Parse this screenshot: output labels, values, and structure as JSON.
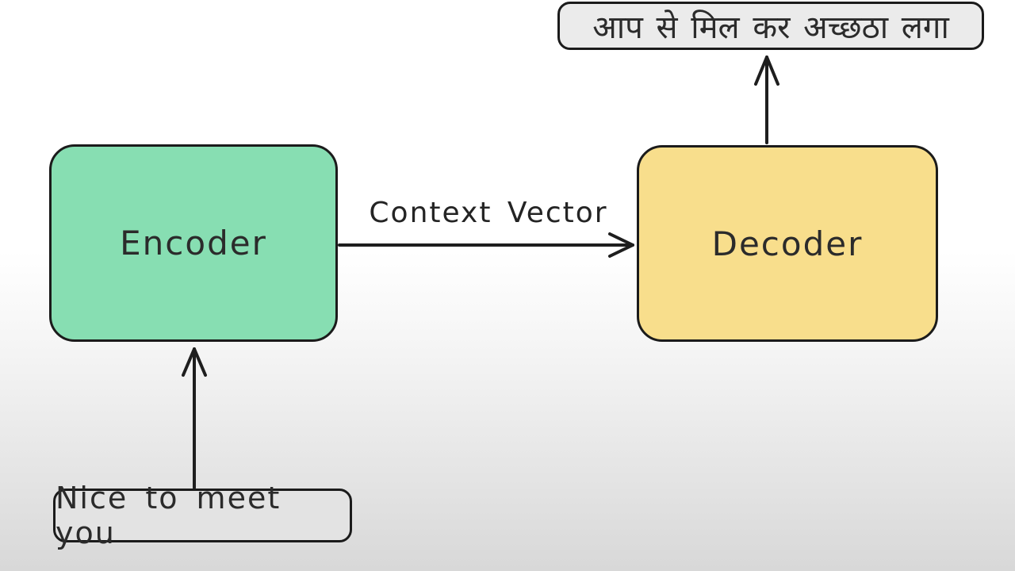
{
  "diagram": {
    "type": "encoder-decoder-seq2seq",
    "nodes": {
      "encoder": {
        "label": "Encoder",
        "fill": "#87DEB2"
      },
      "decoder": {
        "label": "Decoder",
        "fill": "#F8DE8C"
      },
      "input_sentence": {
        "label": "Nice to meet you",
        "fill": "#E3E3E3"
      },
      "output_sentence": {
        "label": "आप से मिल कर अच्छठा लगा",
        "fill": "#EBEBEB"
      }
    },
    "edges": [
      {
        "from": "input_sentence",
        "to": "encoder",
        "label": ""
      },
      {
        "from": "encoder",
        "to": "decoder",
        "label": "Context Vector"
      },
      {
        "from": "decoder",
        "to": "output_sentence",
        "label": ""
      }
    ],
    "colors": {
      "stroke": "#1E1E1E",
      "text": "#2B2B2B",
      "background_top": "#FFFFFF",
      "background_bottom": "#D8D8D8"
    }
  }
}
